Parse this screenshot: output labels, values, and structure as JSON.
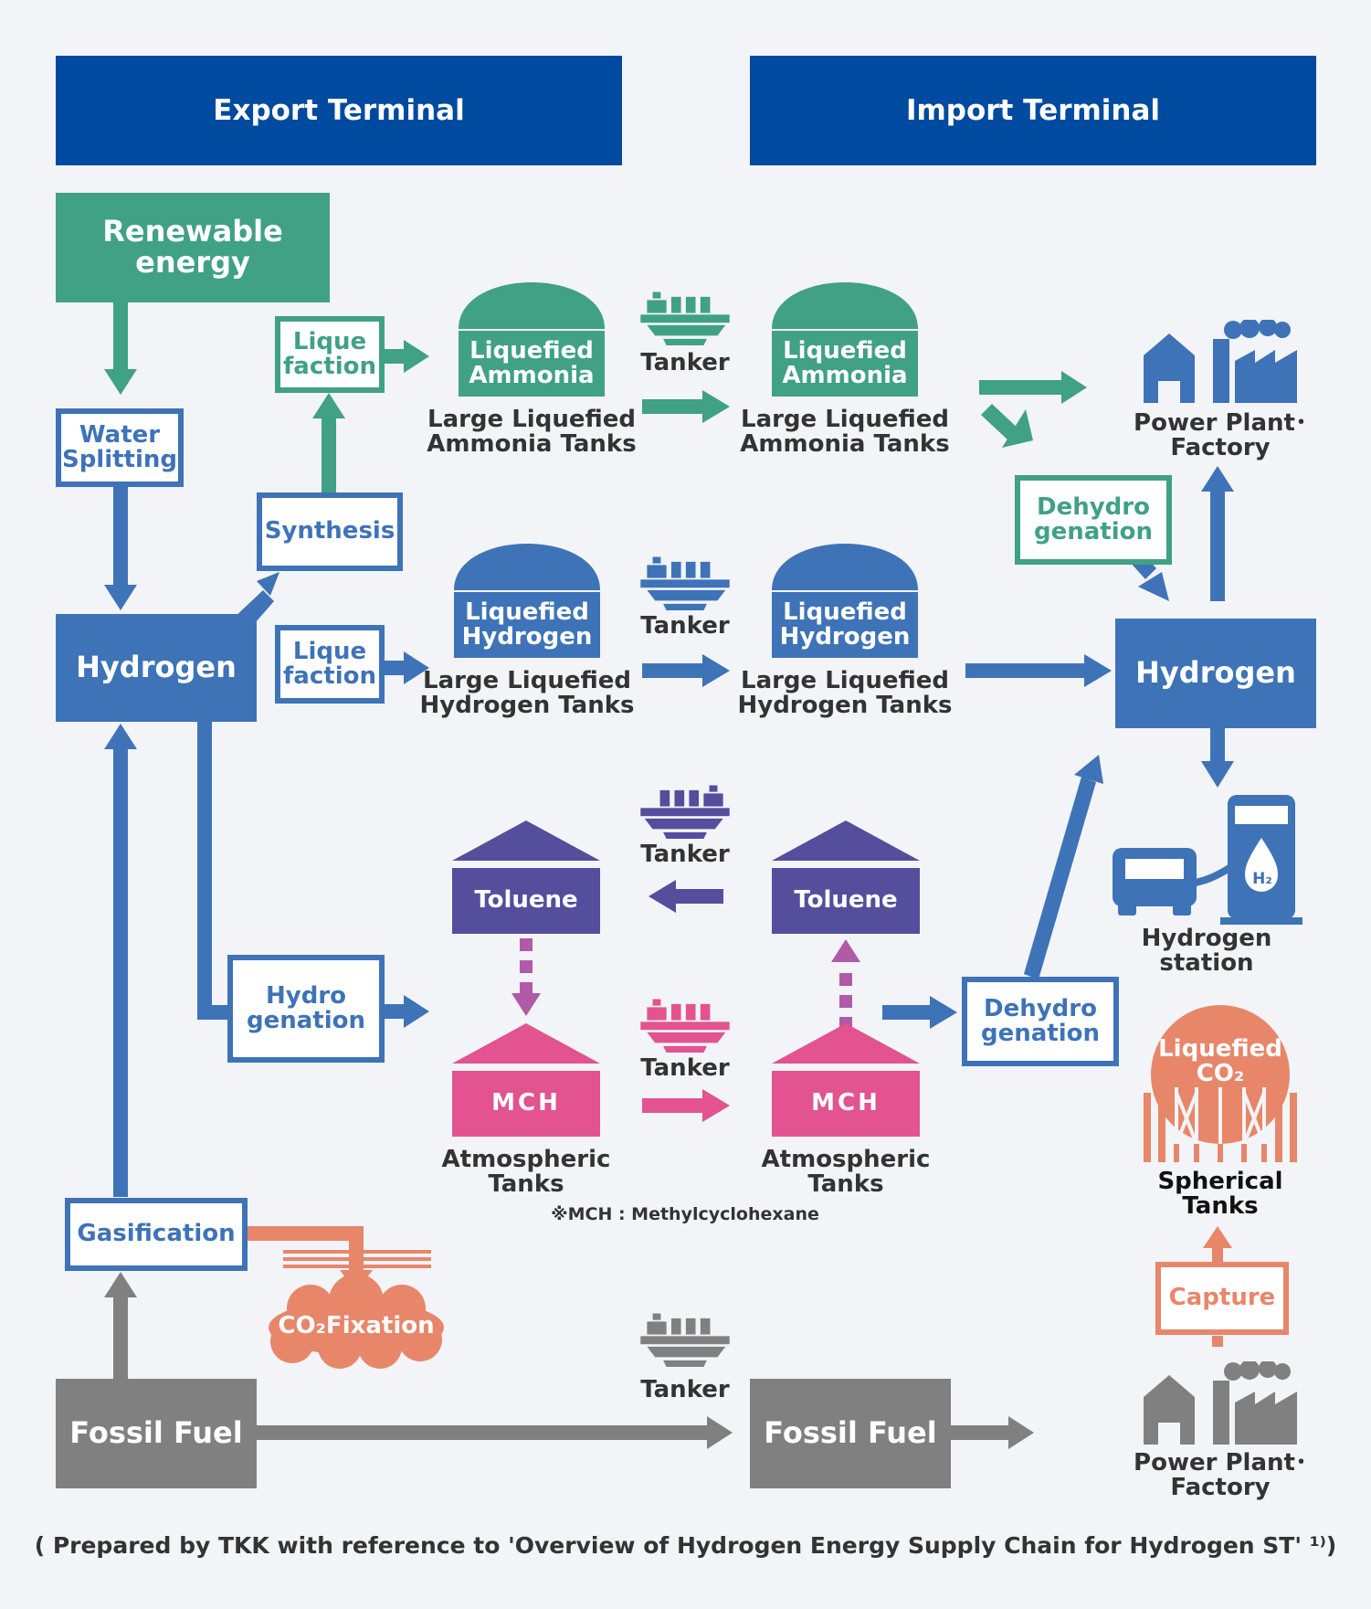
{
  "headers": {
    "export": "Export Terminal",
    "import": "Import Terminal"
  },
  "nodes": {
    "renewable_energy": "Renewable\nenergy",
    "hydrogen": "Hydrogen",
    "fossil_fuel": "Fossil Fuel",
    "water_splitting": "Water\nSplitting",
    "liquefaction": "Lique\nfaction",
    "synthesis": "Synthesis",
    "hydrogenation": "Hydro\ngenation",
    "gasification": "Gasification",
    "dehydrogenation": "Dehydro\ngenation",
    "capture": "Capture"
  },
  "tanks": {
    "liquefied_ammonia": "Liquefied\nAmmonia",
    "liquefied_hydrogen": "Liquefied\nHydrogen",
    "toluene": "Toluene",
    "mch": "MCH"
  },
  "captions": {
    "large_ammonia_tanks": "Large Liquefied\nAmmonia Tanks",
    "large_hydrogen_tanks": "Large Liquefied\nHydrogen Tanks",
    "atmospheric_tanks": "Atmospheric\nTanks"
  },
  "footnote": "※MCH : Methylcyclohexane",
  "tanker_label": "Tanker",
  "destinations": {
    "power_plant_factory": "Power Plant･Factory",
    "hydrogen_station": "Hydrogen station",
    "h2_symbol": "H₂"
  },
  "co2": {
    "liquefied_co2": "Liquefied\nCO₂",
    "spherical_tanks": "Spherical\nTanks",
    "fixation": "CO₂Fixation"
  },
  "caption": "( Prepared by TKK with reference to 'Overview of Hydrogen Energy Supply Chain for Hydrogen ST' ¹⁾)",
  "colors": {
    "navy": "#004a9f",
    "blue": "#3e73b8",
    "green": "#40a184",
    "gray": "#808080",
    "purple": "#544e9d",
    "pink": "#e2538f",
    "orange": "#e8866a",
    "background": "#f3f4f7"
  },
  "icons": [
    "tanker-ship-icon",
    "power-plant-factory-icon",
    "hydrogen-station-icon"
  ]
}
